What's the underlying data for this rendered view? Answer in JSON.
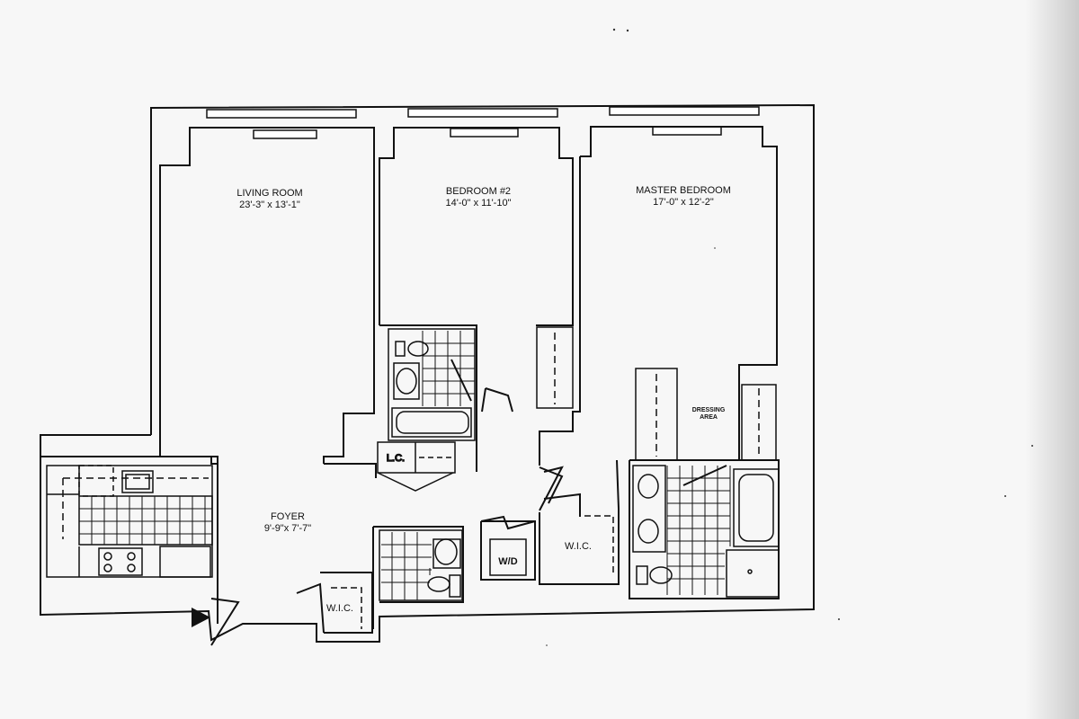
{
  "rooms": {
    "living_room": {
      "name": "LIVING ROOM",
      "dims": "23'-3\" x 13'-1\""
    },
    "bedroom2": {
      "name": "BEDROOM #2",
      "dims": "14'-0\" x 11'-10\""
    },
    "master_bedroom": {
      "name": "MASTER BEDROOM",
      "dims": "17'-0\" x 12'-2\""
    },
    "foyer": {
      "name": "FOYER",
      "dims": "9'-9\"x 7'-7\""
    },
    "dressing_area": {
      "line1": "DRESSING",
      "line2": "AREA"
    },
    "linen_closet": {
      "name": "L.C."
    },
    "wic_master": {
      "name": "W.I.C."
    },
    "wic_foyer": {
      "name": "W.I.C."
    },
    "washer_dryer": {
      "name": "W/D"
    }
  },
  "colors": {
    "line": "#111111",
    "paper": "#f7f7f7"
  },
  "icons": {
    "entry": "entry-arrow-icon"
  }
}
